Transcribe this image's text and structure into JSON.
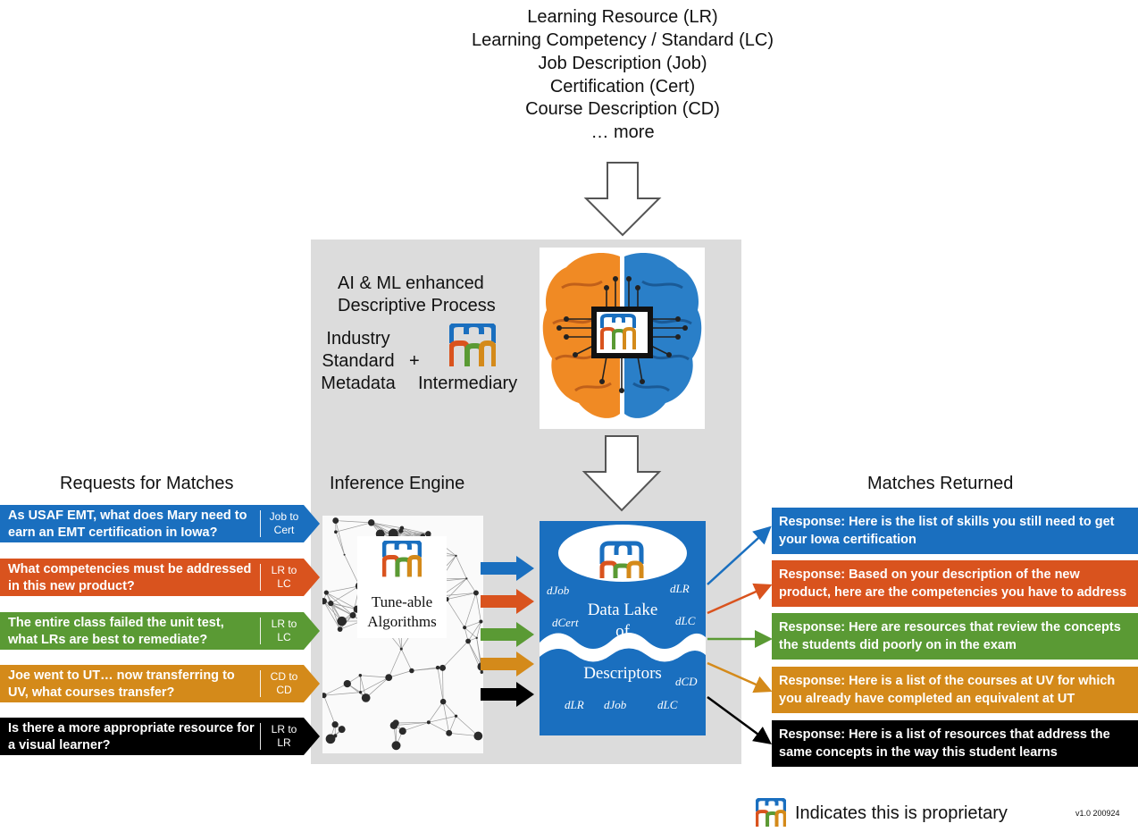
{
  "top_list": [
    "Learning Resource (LR)",
    "Learning Competency / Standard (LC)",
    "Job Description (Job)",
    "Certification (Cert)",
    "Course Description (CD)",
    "… more"
  ],
  "process": {
    "title_line1": "AI & ML enhanced",
    "title_line2": "Descriptive Process",
    "industry_line1": "Industry",
    "industry_line2": "Standard",
    "industry_line3": "Metadata",
    "plus": "+",
    "intermediary": "Intermediary"
  },
  "headings": {
    "requests": "Requests for Matches",
    "inference": "Inference Engine",
    "returned": "Matches Returned"
  },
  "algorithms": {
    "line1": "Tune-able",
    "line2": "Algorithms"
  },
  "data_lake": {
    "line1": "Data Lake",
    "line2": "of",
    "line3": "Descriptors",
    "labels": [
      "dJob",
      "dLR",
      "dCert",
      "dLC",
      "dCD",
      "dLR",
      "dJob",
      "dLC"
    ]
  },
  "requests": [
    {
      "text": "As USAF EMT, what does Mary need to earn an EMT certification in Iowa?",
      "tag1": "Job to",
      "tag2": "Cert",
      "color": "#1a6fbf"
    },
    {
      "text": "What competencies must be addressed in this new product?",
      "tag1": "LR to",
      "tag2": "LC",
      "color": "#d9531e"
    },
    {
      "text": "The entire class failed the unit test, what LRs are best to remediate?",
      "tag1": "LR to",
      "tag2": "LC",
      "color": "#5a9a34"
    },
    {
      "text": "Joe went to UT… now transferring to UV, what courses transfer?",
      "tag1": "CD to",
      "tag2": "CD",
      "color": "#d48a1a"
    },
    {
      "text": "Is there a more appropriate resource for a visual learner?",
      "tag1": "LR to",
      "tag2": "LR",
      "color": "#000000"
    }
  ],
  "responses": [
    {
      "text": "Response: Here is the list of skills you still need to get your Iowa certification",
      "color": "#1a6fbf"
    },
    {
      "text": "Response: Based on your description of the new product, here are the competencies you have to address",
      "color": "#d9531e"
    },
    {
      "text": "Response: Here are resources that review the concepts the students did poorly on in the exam",
      "color": "#5a9a34"
    },
    {
      "text": "Response: Here is a list of the courses at UV for which you already have completed an equivalent at UT",
      "color": "#d48a1a"
    },
    {
      "text": "Response: Here is a list of resources that address the same concepts in the way this student learns",
      "color": "#000000"
    }
  ],
  "footer": {
    "legend": "Indicates this is proprietary",
    "version": "v1.0 200924"
  },
  "colors": {
    "blue": "#1a6fbf",
    "orange": "#d9531e",
    "green": "#5a9a34",
    "gold": "#d48a1a",
    "black": "#000000",
    "panel_gray": "#dcdcdc",
    "lake_blue": "#1a6fbf"
  },
  "icons": [
    "down-arrow-icon",
    "brain-chip-icon",
    "m-logo-icon",
    "network-graph-icon",
    "database-cylinder-icon",
    "right-arrow-icon"
  ]
}
